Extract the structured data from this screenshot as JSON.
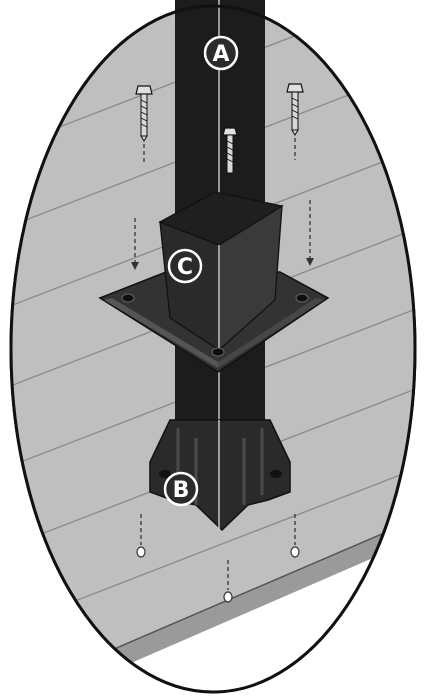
{
  "diagram": {
    "callouts": [
      {
        "id": "A",
        "label": "A"
      },
      {
        "id": "C",
        "label": "C"
      },
      {
        "id": "B",
        "label": "B"
      }
    ],
    "colors": {
      "deck": "#bfbfbf",
      "deck_edge": "#9a9a9a",
      "post": "#1c1c1c",
      "bracket": "#2a2a2a",
      "bracket_highlight": "#4a4a4a",
      "bolt": "#d8d8d8",
      "outline": "#111111",
      "callout_fill": "#2b2b2b",
      "callout_ring": "#ffffff"
    },
    "icons": [
      "lag-bolt-icon",
      "anchor-hole-icon",
      "direction-arrow-icon"
    ]
  }
}
